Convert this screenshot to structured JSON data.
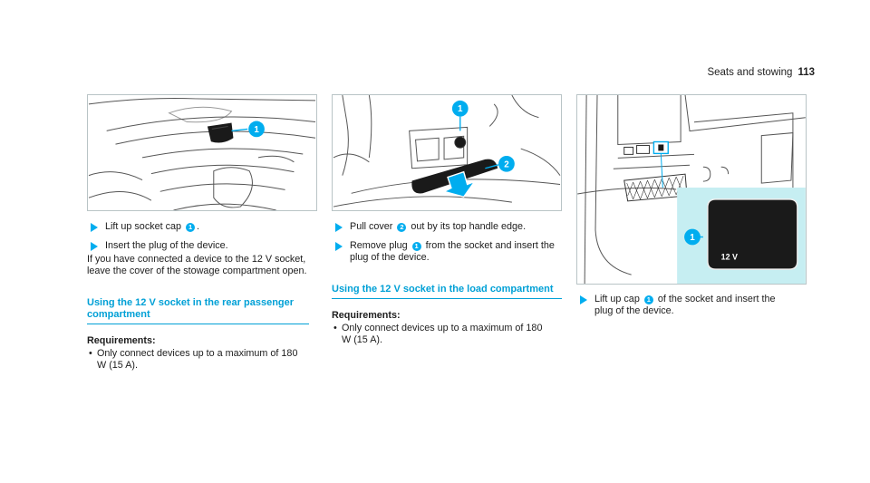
{
  "header": {
    "title": "Seats and stowing",
    "page_number": "113"
  },
  "col1": {
    "step1_pre": "Lift up socket cap",
    "step1_num": "1",
    "step1_post": ".",
    "step2": "Insert the plug of the device.",
    "note": "If you have connected a device to the 12 V socket, leave the cover of the stowage compartment open.",
    "section_title": "Using the 12 V socket in the rear passenger compartment",
    "req_heading": "Requirements:",
    "req_item": "Only connect devices up to a maximum of 180 W (15 A)."
  },
  "col2": {
    "step1_pre": "Pull cover",
    "step1_num": "2",
    "step1_post": "out by its top handle edge.",
    "step2_pre": "Remove plug",
    "step2_num": "1",
    "step2_post": "from the socket and insert the plug of the device.",
    "section_title": "Using the 12 V socket in the load compartment",
    "req_heading": "Requirements:",
    "req_item": "Only connect devices up to a maximum of 180 W (15 A)."
  },
  "col3": {
    "step1_pre": "Lift up cap",
    "step1_num": "1",
    "step1_post": "of the socket and insert the plug of the device."
  },
  "figures": {
    "fig1_callout": "1",
    "fig2_callout1": "1",
    "fig2_callout2": "2",
    "fig3_callout": "1",
    "fig3_label": "12 V"
  },
  "colors": {
    "accent": "#00adef",
    "highlight": "#c6eef2"
  }
}
